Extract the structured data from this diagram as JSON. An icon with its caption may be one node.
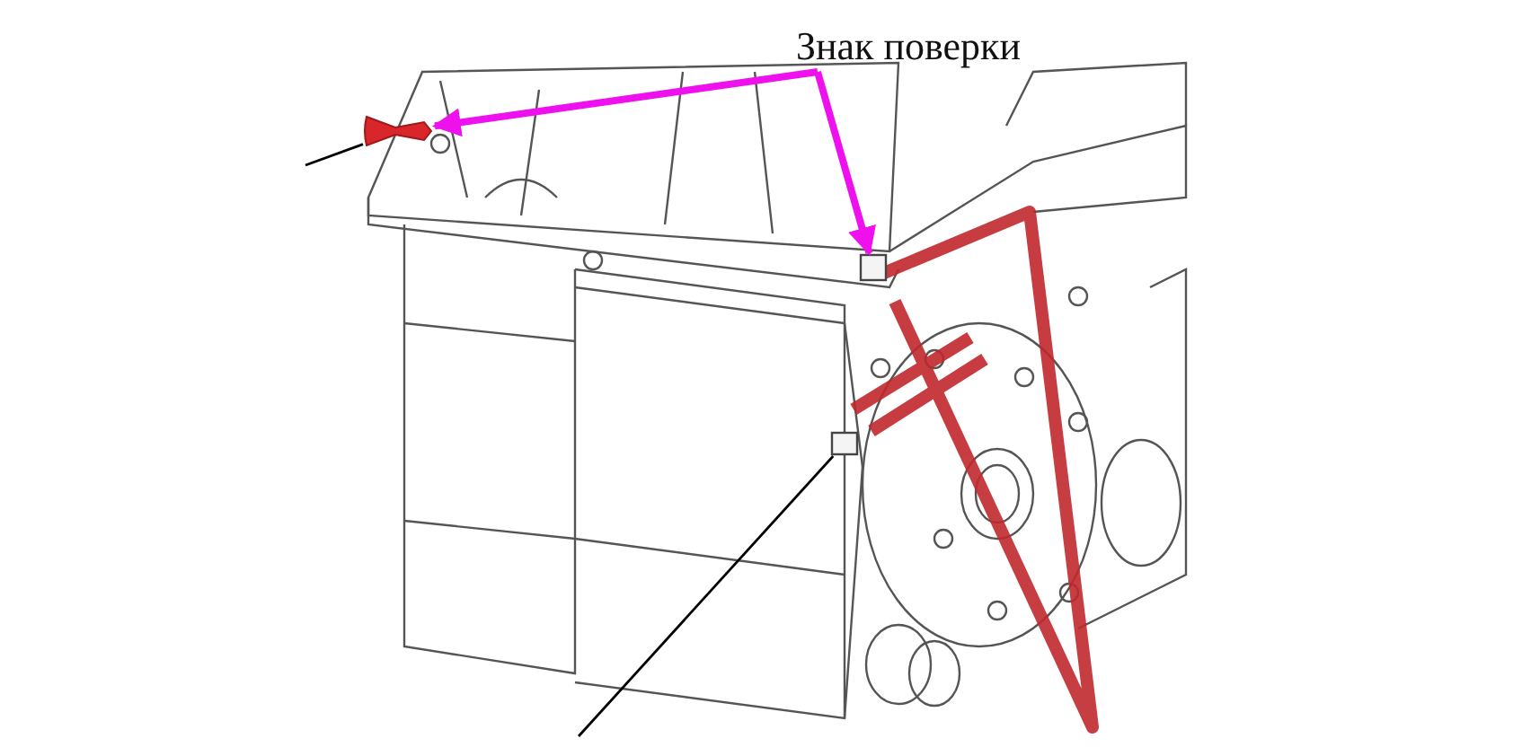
{
  "diagram": {
    "nodes": [
      {
        "text": [
          "Знак поверки"
        ]
      },
      {
        "text": [],
        "shape": "picture"
      },
      {
        "text": [],
        "shape": "box"
      },
      {
        "text": [],
        "shape": "box"
      }
    ],
    "edges": [
      {
        "from": 0,
        "to": 1,
        "arrow": "to",
        "style": "thick"
      },
      {
        "from": 0,
        "to": 2,
        "arrow": "to",
        "style": "thick"
      },
      {
        "from": null,
        "to": 1,
        "arrow": "none",
        "color": "#000000"
      },
      {
        "from": null,
        "to": 3,
        "arrow": "none",
        "color": "#000000"
      }
    ]
  }
}
